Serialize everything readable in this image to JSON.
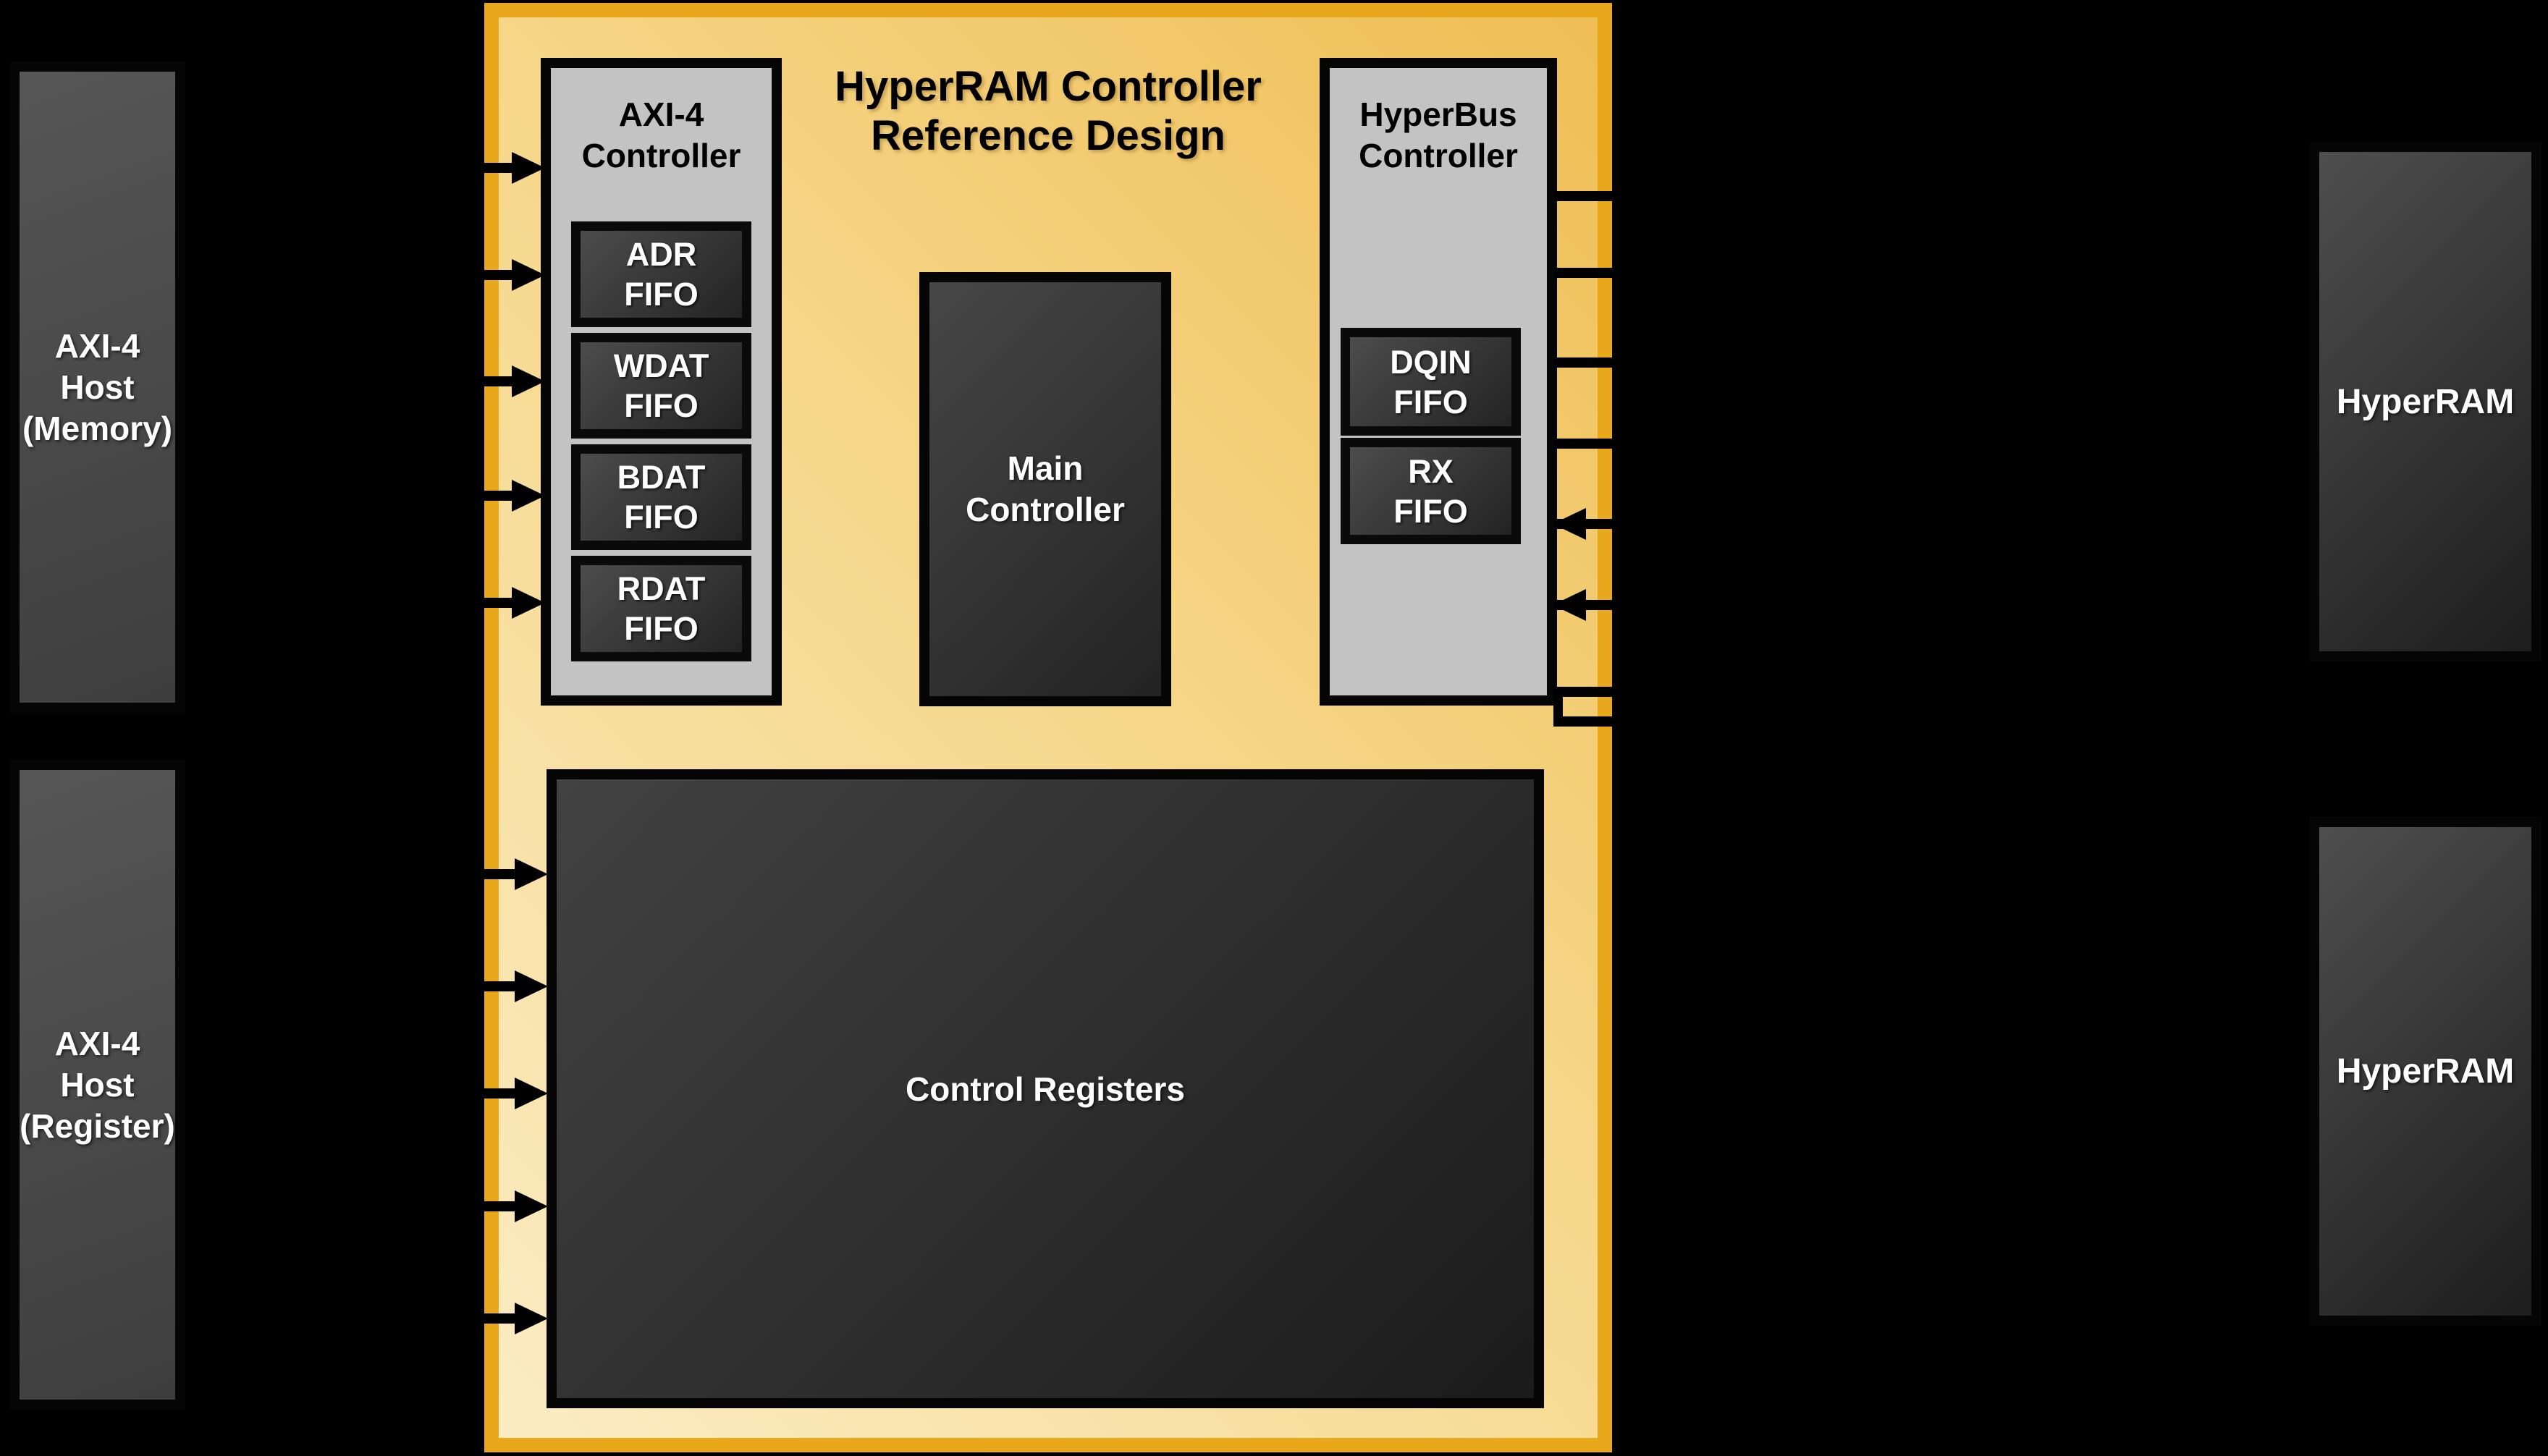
{
  "diagram": {
    "background_color": "#000000",
    "accent_color": "#E9A71C",
    "left_hosts": [
      {
        "label": "AXI-4\nHost\n(Memory)"
      },
      {
        "label": "AXI-4\nHost\n(Register)"
      }
    ],
    "main_block": {
      "title": "HyperRAM Controller\nReference Design",
      "axi4_controller": {
        "title": "AXI-4\nController",
        "fifos": [
          "ADR\nFIFO",
          "WDAT\nFIFO",
          "BDAT\nFIFO",
          "RDAT\nFIFO"
        ]
      },
      "main_controller": {
        "label": "Main\nController"
      },
      "hyperbus_controller": {
        "title": "HyperBus\nController",
        "fifos": [
          "DQIN\nFIFO",
          "RX\nFIFO"
        ]
      },
      "control_registers": {
        "label": "Control Registers"
      }
    },
    "right_devices": [
      {
        "label": "HyperRAM"
      },
      {
        "label": "HyperRAM"
      }
    ]
  }
}
